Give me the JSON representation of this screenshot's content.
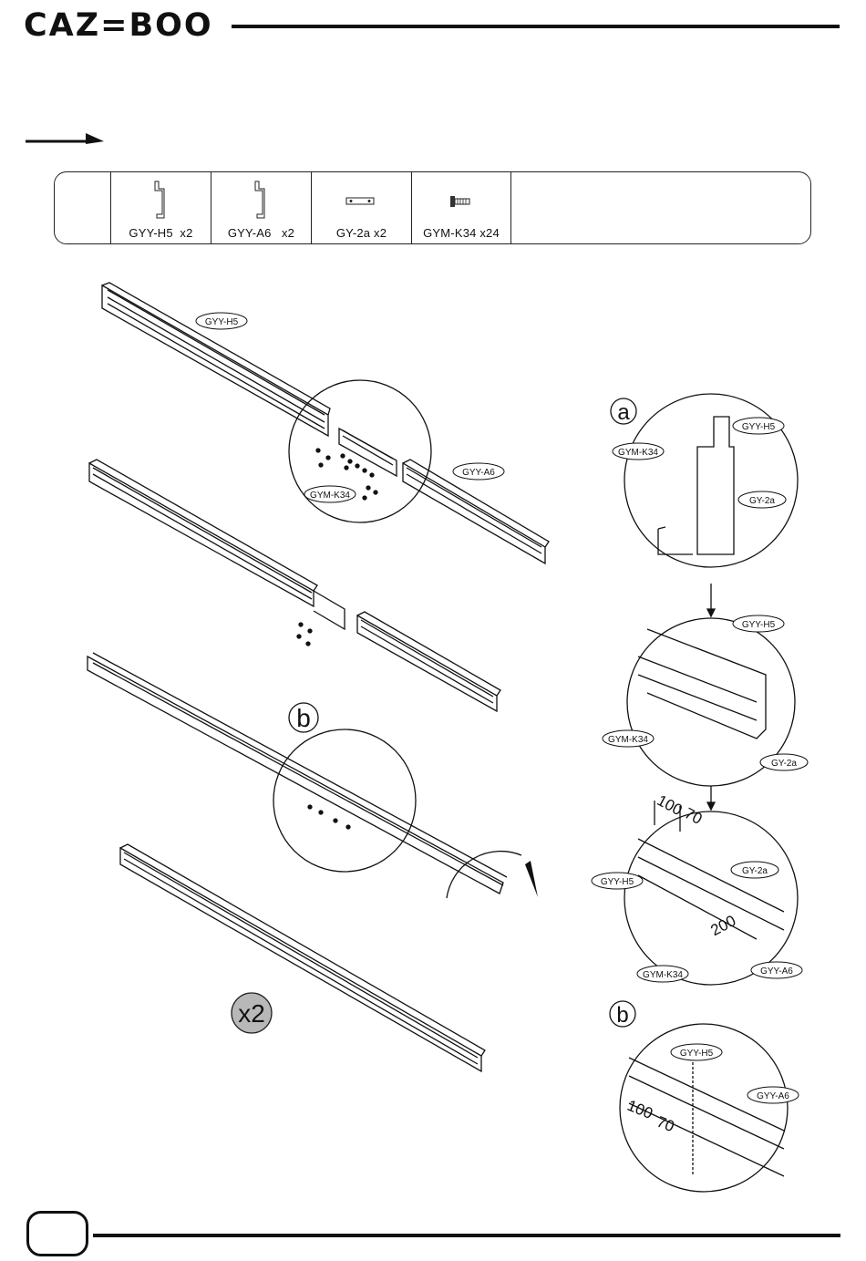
{
  "header": {
    "brand": "CAZ=BOO"
  },
  "parts": [
    {
      "icon": "beam-profile-icon",
      "label": "GYY-H5  x2"
    },
    {
      "icon": "beam-profile-icon",
      "label": "GYY-A6   x2"
    },
    {
      "icon": "connector-plate-icon",
      "label": "GY-2a x2"
    },
    {
      "icon": "screw-icon",
      "label": "GYM-K34 x24"
    }
  ],
  "callouts": {
    "gyy_h5": "GYY-H5",
    "gyy_a6": "GYY-A6",
    "gym_k34": "GYM-K34",
    "gy_2a": "GY-2a",
    "detail_a": "a",
    "detail_b": "b",
    "multiplier": "x2",
    "dim_100": "100",
    "dim_70": "70",
    "dim_200": "200"
  },
  "footer": {
    "page_number": ""
  }
}
